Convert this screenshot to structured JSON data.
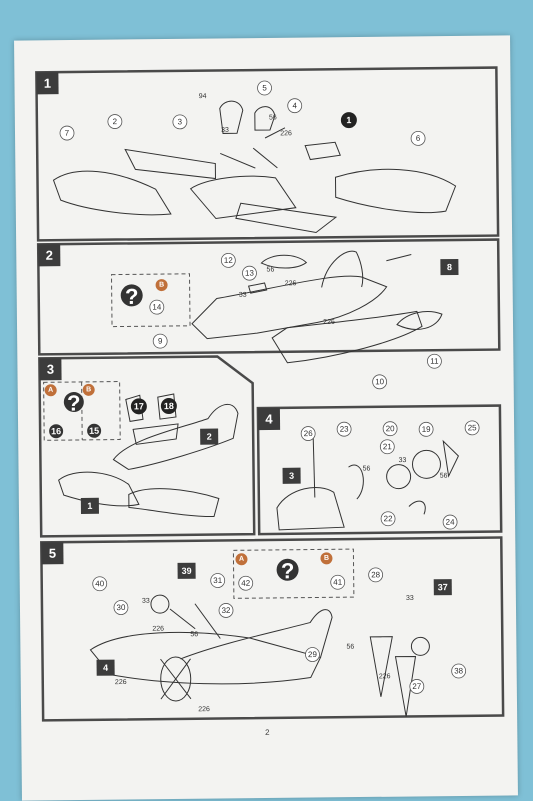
{
  "page_number": "2",
  "colors": {
    "frame": "#4a4a4a",
    "step_box": "#3c3c3c",
    "callout_orange": "#c0703a",
    "sheet": "#f3f3f1",
    "background": "#7fc0d6"
  },
  "steps": [
    {
      "number": "1",
      "parts": [
        "94",
        "5",
        "4",
        "56",
        "3",
        "33",
        "226",
        "2",
        "7",
        "1",
        "6"
      ]
    },
    {
      "number": "2",
      "parts": [
        "12",
        "13",
        "56",
        "33",
        "226",
        "8",
        "14",
        "9",
        "226",
        "11",
        "10"
      ],
      "callout_labels": [
        "B"
      ]
    },
    {
      "number": "3",
      "parts": [
        "17",
        "18",
        "16",
        "15",
        "2",
        "1"
      ],
      "callout_labels": [
        "A",
        "B"
      ]
    },
    {
      "number": "4",
      "parts": [
        "26",
        "23",
        "20",
        "19",
        "25",
        "21",
        "56",
        "33",
        "56",
        "3",
        "22",
        "24"
      ]
    },
    {
      "number": "5",
      "parts": [
        "40",
        "39",
        "31",
        "30",
        "33",
        "226",
        "56",
        "32",
        "42",
        "41",
        "28",
        "37",
        "33",
        "29",
        "56",
        "226",
        "27",
        "38",
        "226",
        "4",
        "226"
      ],
      "callout_labels": [
        "A",
        "B"
      ]
    }
  ]
}
